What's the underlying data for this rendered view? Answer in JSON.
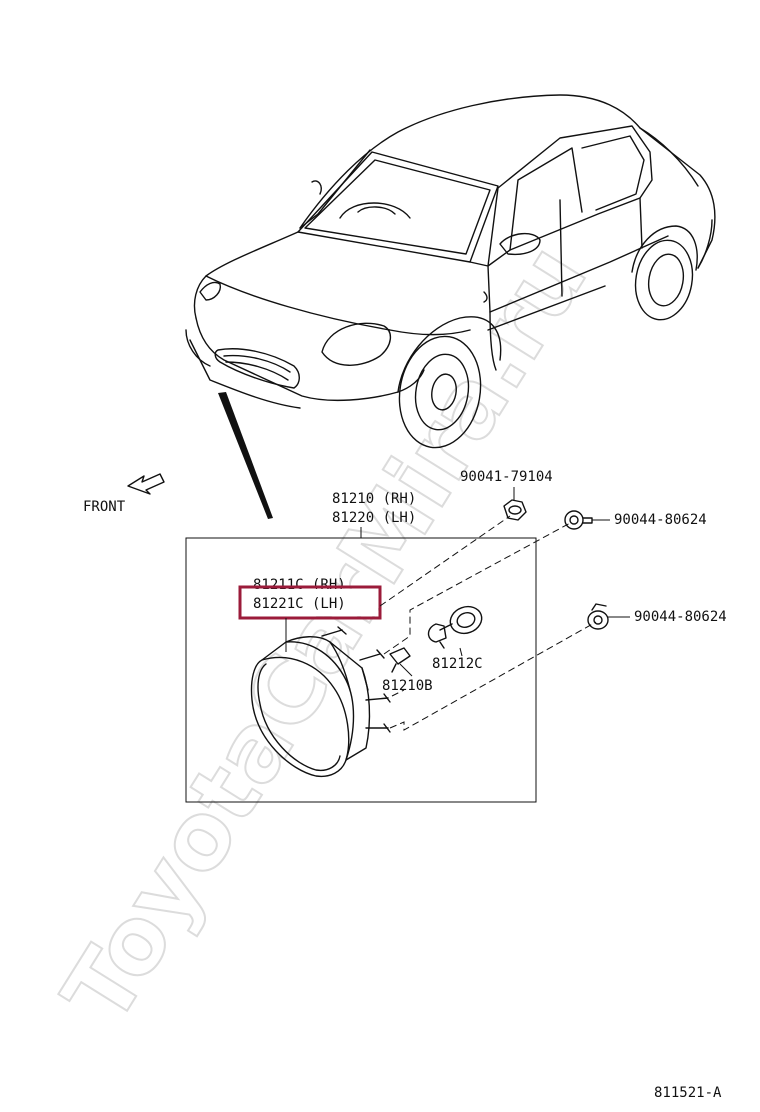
{
  "watermark": "ToyotaCarMira.ru",
  "labels": {
    "front": "FRONT",
    "assy_rh": "81210 (RH)",
    "assy_lh": "81220 (LH)",
    "lamp_rh": "81211C (RH)",
    "lamp_lh": "81221C (LH)",
    "bulb": "81212C",
    "socket": "81210B",
    "nut": "90041-79104",
    "grommet_upper": "90044-80624",
    "grommet_lower": "90044-80624",
    "figure_id": "811521-A"
  },
  "highlight_color": "#9b1b3a"
}
